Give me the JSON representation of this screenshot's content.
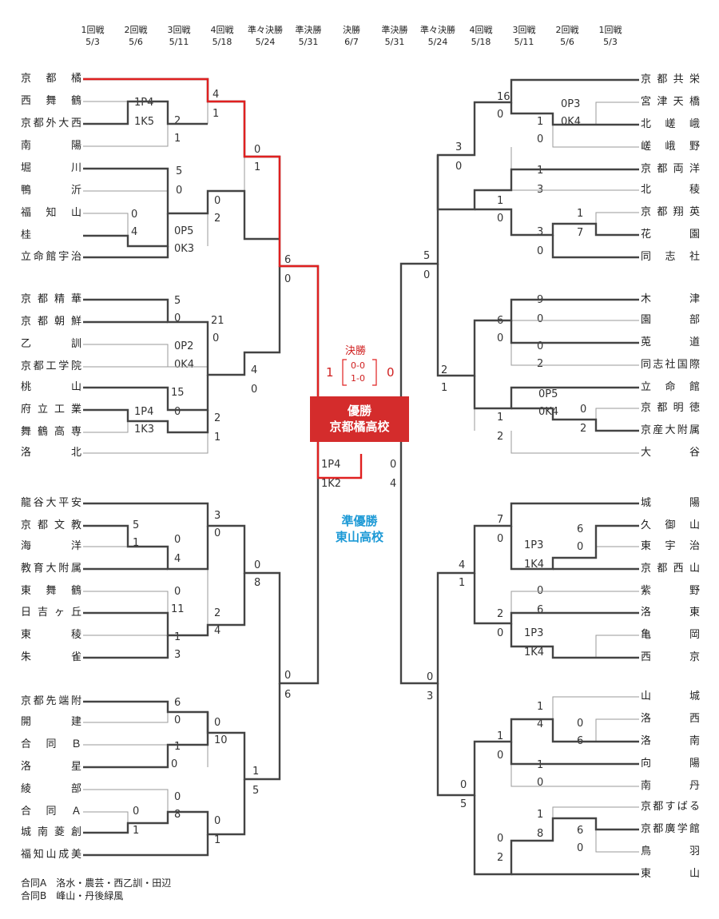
{
  "rounds": [
    {
      "name": "1回戦",
      "date": "5/3"
    },
    {
      "name": "2回戦",
      "date": "5/6"
    },
    {
      "name": "3回戦",
      "date": "5/11"
    },
    {
      "name": "4回戦",
      "date": "5/18"
    },
    {
      "name": "準々決勝",
      "date": "5/24"
    },
    {
      "name": "準決勝",
      "date": "5/31"
    },
    {
      "name": "決勝",
      "date": "6/7"
    },
    {
      "name": "準決勝",
      "date": "5/31"
    },
    {
      "name": "準々決勝",
      "date": "5/24"
    },
    {
      "name": "4回戦",
      "date": "5/18"
    },
    {
      "name": "3回戦",
      "date": "5/11"
    },
    {
      "name": "2回戦",
      "date": "5/6"
    },
    {
      "name": "1回戦",
      "date": "5/3"
    }
  ],
  "left_teams": [
    "京都橘",
    "西舞鶴",
    "京都外大西",
    "南陽",
    "堀川",
    "鴨沂",
    "福知山",
    "桂",
    "立命館宇治",
    "京都精華",
    "京都朝鮮",
    "乙訓",
    "京都工学院",
    "桃山",
    "府立工業",
    "舞鶴高専",
    "洛北",
    "龍谷大平安",
    "京都文教",
    "海洋",
    "教育大附属",
    "東舞鶴",
    "日吉ヶ丘",
    "東稜",
    "朱雀",
    "京都先端附",
    "開建",
    "合同Ｂ",
    "洛星",
    "綾部",
    "合同Ａ",
    "城南菱創",
    "福知山成美"
  ],
  "right_teams": [
    "京都共栄",
    "宮津天橋",
    "北嵯峨",
    "嵯峨野",
    "京都両洋",
    "北稜",
    "京都翔英",
    "花園",
    "同志社",
    "木津",
    "園部",
    "莵道",
    "同志社国際",
    "立命館",
    "京都明徳",
    "京産大附属",
    "大谷",
    "城陽",
    "久御山",
    "東宇治",
    "京都西山",
    "紫野",
    "洛東",
    "亀岡",
    "西京",
    "山城",
    "洛西",
    "洛南",
    "向陽",
    "南丹",
    "京都すばる",
    "京都廣学館",
    "鳥羽",
    "東山"
  ],
  "scores": [
    "1P4",
    "1K5",
    "2",
    "1",
    "4",
    "1",
    "5",
    "0",
    "0",
    "2",
    "0",
    "1",
    "0",
    "4",
    "0P5",
    "0K3",
    "5",
    "0",
    "21",
    "0",
    "0P2",
    "0K4",
    "15",
    "0",
    "1P4",
    "1K3",
    "2",
    "1",
    "4",
    "0",
    "6",
    "0",
    "5",
    "1",
    "0",
    "4",
    "3",
    "0",
    "0",
    "11",
    "2",
    "4",
    "0",
    "8",
    "1",
    "3",
    "6",
    "0",
    "0",
    "10",
    "1",
    "0",
    "1",
    "5",
    "0",
    "1",
    "0",
    "8",
    "0",
    "1",
    "0",
    "6",
    "0P3",
    "0K4",
    "1",
    "0",
    "16",
    "0",
    "3",
    "0",
    "1",
    "0",
    "1",
    "3",
    "1",
    "7",
    "3",
    "0",
    "5",
    "0",
    "9",
    "0",
    "6",
    "0",
    "0",
    "2",
    "0",
    "2",
    "0P5",
    "0K4",
    "1",
    "2",
    "2",
    "1",
    "6",
    "0",
    "1P3",
    "1K4",
    "7",
    "0",
    "0",
    "6",
    "1P3",
    "1K4",
    "2",
    "0",
    "4",
    "1",
    "1",
    "4",
    "0",
    "6",
    "1",
    "0",
    "1",
    "0",
    "1",
    "8",
    "6",
    "0",
    "0",
    "2",
    "0",
    "5",
    "0",
    "3",
    "1P4",
    "1K2",
    "0",
    "4"
  ],
  "final": {
    "title": "決勝",
    "left_total": "1",
    "right_total": "0",
    "line1": "0-0",
    "line2": "1-0"
  },
  "champion": {
    "label": "優勝",
    "team": "京都橘高校"
  },
  "runner_up": {
    "label": "準優勝",
    "team": "東山高校"
  },
  "notes": [
    "合同A　洛水・農芸・西乙訓・田辺",
    "合同B　峰山・丹後緑風"
  ],
  "colors": {
    "line": "#444444",
    "thin": "#9a9a9a",
    "win": "#e02020",
    "runner": "#1e9ad6",
    "champion_bg": "#d42c2c"
  }
}
